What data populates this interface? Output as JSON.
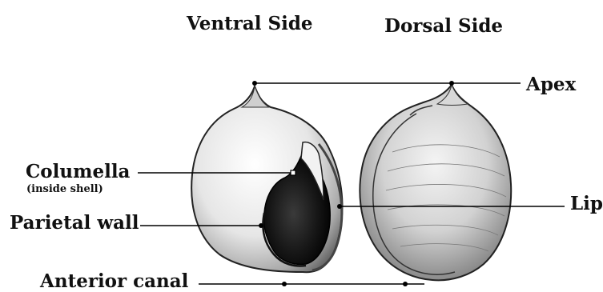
{
  "headings": {
    "ventral": "Ventral Side",
    "dorsal": "Dorsal Side"
  },
  "labels": {
    "apex": "Apex",
    "columella": "Columella",
    "columella_note": "(inside shell)",
    "parietal_wall": "Parietal wall",
    "lip": "Lip",
    "anterior_canal": "Anterior canal"
  }
}
